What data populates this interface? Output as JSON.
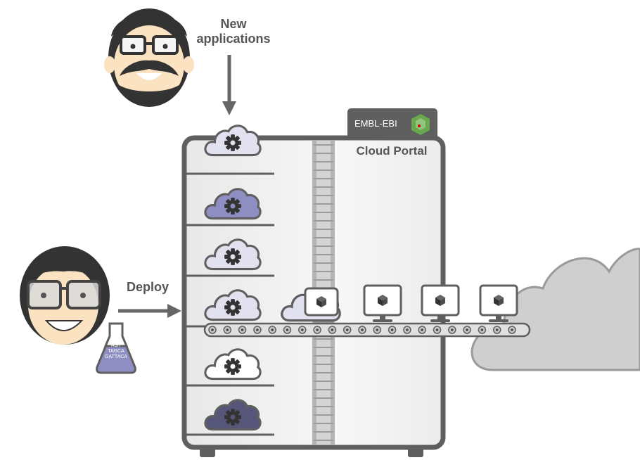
{
  "labels": {
    "new_applications_line1": "New",
    "new_applications_line2": "applications",
    "deploy": "Deploy",
    "portal_name": "Cloud Portal",
    "badge": "EMBL-EBI"
  },
  "flask": {
    "lines": [
      "AGT",
      "TAGCA",
      "GATTACA"
    ]
  },
  "colors": {
    "frame": "#5f5f5f",
    "frame_fill": "#f1f1f1",
    "badge": "#5f5f5f",
    "cloud_light": "#e1e1f0",
    "cloud_mid": "#8e8ec2",
    "cloud_dark": "#56567a",
    "external_cloud": "#cfcfcf",
    "conveyor": "#e0e0e0",
    "rail": "#b5b5b5",
    "skin": "#fbe3c2",
    "hair": "#333333",
    "arrow": "#666666"
  },
  "icons": [
    "gear-icon",
    "cube-icon",
    "monitor-icon",
    "cloud-icon",
    "flask-icon",
    "arrow-icon",
    "person-icon"
  ]
}
